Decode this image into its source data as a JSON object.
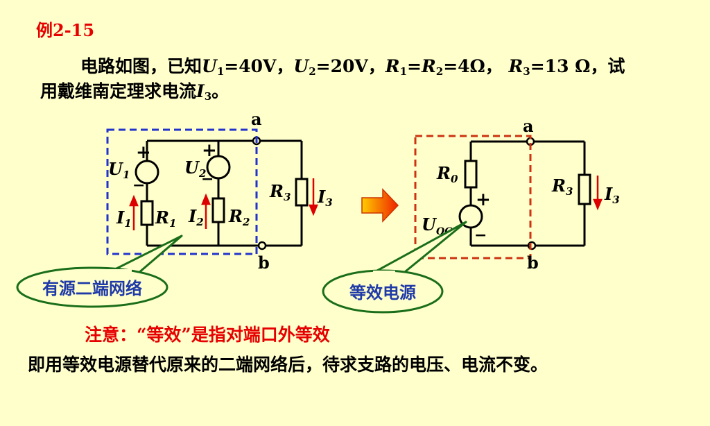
{
  "example_title": "例2-15",
  "problem": {
    "lead": "电路如图，已知",
    "u1_sym": "U",
    "u1_sub": "1",
    "u1_val": "=40V，",
    "u2_sym": "U",
    "u2_sub": "2",
    "u2_val": "=20V，",
    "r1_sym": "R",
    "r1_sub": "1",
    "eq": "=",
    "r2_sym": "R",
    "r2_sub": "2",
    "r12_val": "=4Ω，",
    "r3_sym": "R",
    "r3_sub": "3",
    "r3_val": "=13 Ω，试",
    "line2": "用戴维南定理求电流",
    "i3_sym": "I",
    "i3_sub": "3",
    "end": "。"
  },
  "left_circuit": {
    "node_a": "a",
    "node_b": "b",
    "u1": "U",
    "u1_sub": "1",
    "u2": "U",
    "u2_sub": "2",
    "i1": "I",
    "i1_sub": "1",
    "r1": "R",
    "r1_sub": "1",
    "i2": "I",
    "i2_sub": "2",
    "r2": "R",
    "r2_sub": "2",
    "r3": "R",
    "r3_sub": "3",
    "i3": "I",
    "i3_sub": "3",
    "plus": "+",
    "minus": "−"
  },
  "right_circuit": {
    "node_a": "a",
    "node_b": "b",
    "r0": "R",
    "r0_sub": "0",
    "uoc": "U",
    "uoc_sub": "OC",
    "r3": "R",
    "r3_sub": "3",
    "i3": "I",
    "i3_sub": "3",
    "plus": "+",
    "minus": "−"
  },
  "callouts": {
    "left": "有源二端网络",
    "right": "等效电源"
  },
  "note": "注意：“等效”是指对端口外等效",
  "conclusion": "即用等效电源替代原来的二端网络后，待求支路的电压、电流不变。",
  "colors": {
    "background": "#ffffcc",
    "accent_red": "#e60000",
    "left_box": "#2233cc",
    "right_box": "#cc3311",
    "callout_green": "#1a6e1a"
  }
}
